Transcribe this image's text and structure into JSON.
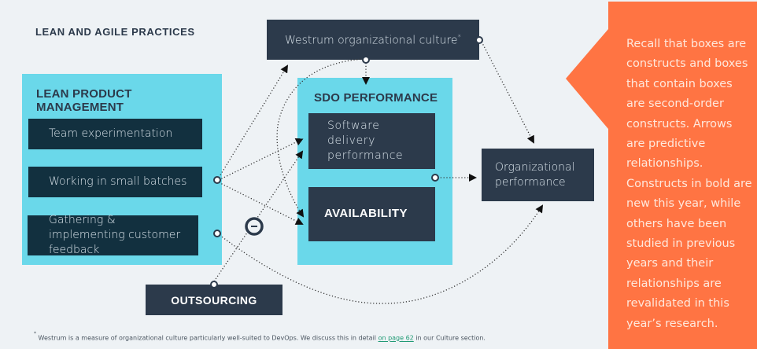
{
  "section_title": "LEAN AND AGILE PRACTICES",
  "groups": {
    "lean_product_management": {
      "title": "LEAN PRODUCT MANAGEMENT",
      "items": [
        "Team experimentation",
        "Working in small batches",
        "Gathering & implementing customer feedback"
      ]
    },
    "sdo_performance": {
      "title": "SDO PERFORMANCE",
      "items": [
        "Software delivery performance",
        "AVAILABILITY"
      ]
    }
  },
  "constructs": {
    "westrum": "Westrum organizational culture",
    "westrum_marker": "*",
    "organizational_performance": "Organizational performance",
    "outsourcing": "OUTSOURCING"
  },
  "relationships": [
    {
      "from": "Working in small batches",
      "to": "Westrum organizational culture",
      "type": "positive"
    },
    {
      "from": "Working in small batches",
      "to": "Software delivery performance",
      "type": "positive"
    },
    {
      "from": "Working in small batches",
      "to": "AVAILABILITY",
      "type": "positive"
    },
    {
      "from": "Westrum organizational culture",
      "to": "SDO PERFORMANCE",
      "type": "positive"
    },
    {
      "from": "Westrum organizational culture",
      "to": "AVAILABILITY",
      "type": "positive"
    },
    {
      "from": "Westrum organizational culture",
      "to": "Organizational performance",
      "type": "positive"
    },
    {
      "from": "OUTSOURCING",
      "to": "Software delivery performance",
      "type": "negative",
      "sign": "−"
    },
    {
      "from": "Software delivery performance",
      "to": "Organizational performance",
      "type": "positive"
    },
    {
      "from": "Gathering & implementing customer feedback",
      "to": "Organizational performance",
      "type": "positive"
    }
  ],
  "callout": {
    "text": "Recall that boxes are constructs and boxes that contain boxes are second-order constructs. Arrows are predictive relationships. Constructs in bold are new this year, while others have been studied in previous years and their relationships are revalidated in this year’s research."
  },
  "footnote": {
    "marker": "*",
    "text_before": "Westrum is a measure of organizational culture particularly well-suited to DevOps. We discuss this in detail ",
    "link": "on page 62",
    "text_after": " in our Culture section."
  },
  "colors": {
    "background": "#eef2f5",
    "group": "#6ad8ea",
    "construct_dark": "#12303f",
    "construct": "#2c3a4b",
    "callout": "#ff7443",
    "link": "#1f9a74"
  }
}
